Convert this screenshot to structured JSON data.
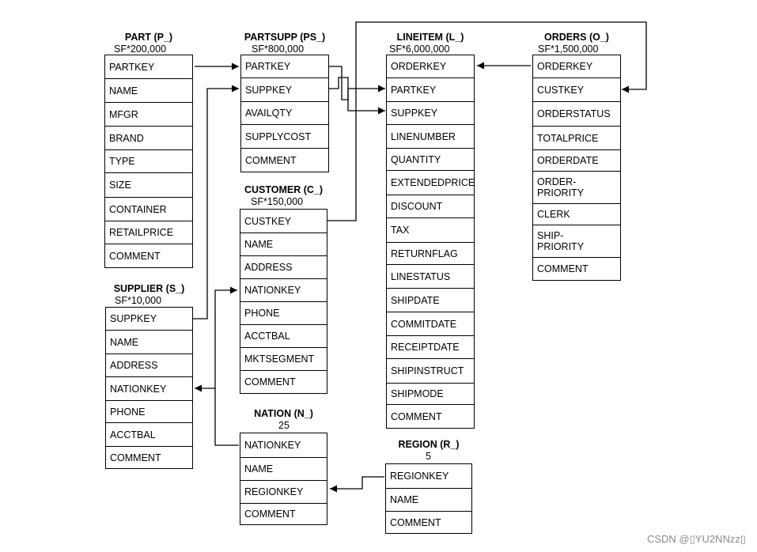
{
  "tables": {
    "part": {
      "title": "PART (P_)",
      "sf": "SF*200,000",
      "columns": [
        "PARTKEY",
        "NAME",
        "MFGR",
        "BRAND",
        "TYPE",
        "SIZE",
        "CONTAINER",
        "RETAILPRICE",
        "COMMENT"
      ]
    },
    "partsupp": {
      "title": "PARTSUPP (PS_)",
      "sf": "SF*800,000",
      "columns": [
        "PARTKEY",
        "SUPPKEY",
        "AVAILQTY",
        "SUPPLYCOST",
        "COMMENT"
      ]
    },
    "lineitem": {
      "title": "LINEITEM (L_)",
      "sf": "SF*6,000,000",
      "columns": [
        "ORDERKEY",
        "PARTKEY",
        "SUPPKEY",
        "LINENUMBER",
        "QUANTITY",
        "EXTENDEDPRICE",
        "DISCOUNT",
        "TAX",
        "RETURNFLAG",
        "LINESTATUS",
        "SHIPDATE",
        "COMMITDATE",
        "RECEIPTDATE",
        "SHIPINSTRUCT",
        "SHIPMODE",
        "COMMENT"
      ]
    },
    "orders": {
      "title": "ORDERS (O_)",
      "sf": "SF*1,500,000",
      "columns": [
        "ORDERKEY",
        "CUSTKEY",
        "ORDERSTATUS",
        "TOTALPRICE",
        "ORDERDATE",
        "ORDER-\nPRIORITY",
        "CLERK",
        "SHIP-\nPRIORITY",
        "COMMENT"
      ]
    },
    "customer": {
      "title": "CUSTOMER (C_)",
      "sf": "SF*150,000",
      "columns": [
        "CUSTKEY",
        "NAME",
        "ADDRESS",
        "NATIONKEY",
        "PHONE",
        "ACCTBAL",
        "MKTSEGMENT",
        "COMMENT"
      ]
    },
    "supplier": {
      "title": "SUPPLIER (S_)",
      "sf": "SF*10,000",
      "columns": [
        "SUPPKEY",
        "NAME",
        "ADDRESS",
        "NATIONKEY",
        "PHONE",
        "ACCTBAL",
        "COMMENT"
      ]
    },
    "nation": {
      "title": "NATION (N_)",
      "sf": "25",
      "columns": [
        "NATIONKEY",
        "NAME",
        "REGIONKEY",
        "COMMENT"
      ]
    },
    "region": {
      "title": "REGION (R_)",
      "sf": "5",
      "columns": [
        "REGIONKEY",
        "NAME",
        "COMMENT"
      ]
    }
  },
  "watermark": "CSDN @▯YU2NNzz▯"
}
